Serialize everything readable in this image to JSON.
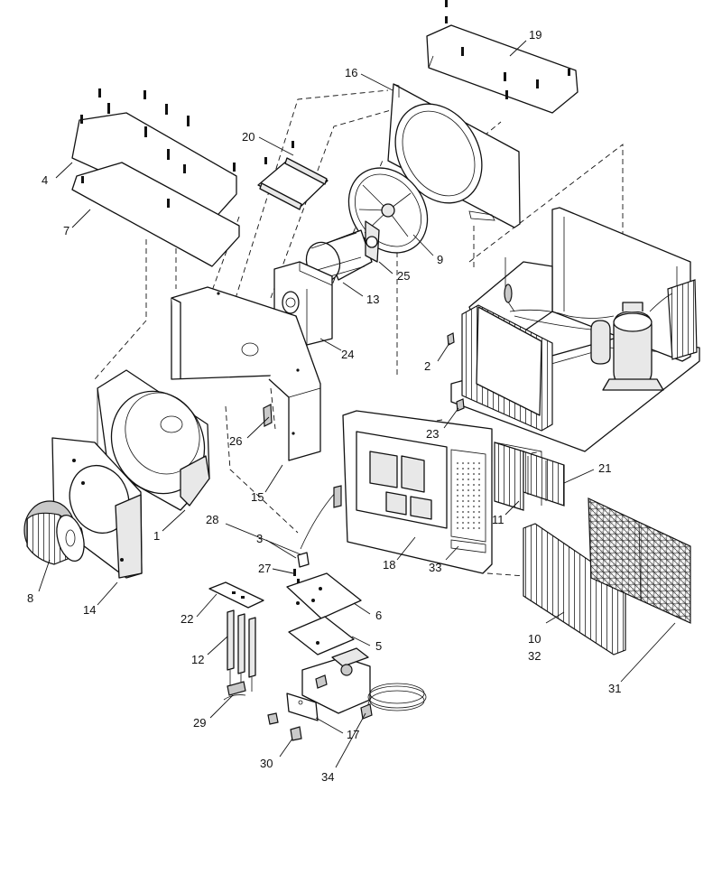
{
  "callouts": [
    {
      "n": "1",
      "label": "1"
    },
    {
      "n": "2",
      "label": "2"
    },
    {
      "n": "3",
      "label": "3"
    },
    {
      "n": "4",
      "label": "4"
    },
    {
      "n": "5",
      "label": "5"
    },
    {
      "n": "6",
      "label": "6"
    },
    {
      "n": "7",
      "label": "7"
    },
    {
      "n": "8",
      "label": "8"
    },
    {
      "n": "9",
      "label": "9"
    },
    {
      "n": "10",
      "label": "10"
    },
    {
      "n": "11",
      "label": "11"
    },
    {
      "n": "12",
      "label": "12"
    },
    {
      "n": "13",
      "label": "13"
    },
    {
      "n": "14",
      "label": "14"
    },
    {
      "n": "15",
      "label": "15"
    },
    {
      "n": "16",
      "label": "16"
    },
    {
      "n": "17",
      "label": "17"
    },
    {
      "n": "18",
      "label": "18"
    },
    {
      "n": "19",
      "label": "19"
    },
    {
      "n": "20",
      "label": "20"
    },
    {
      "n": "21",
      "label": "21"
    },
    {
      "n": "22",
      "label": "22"
    },
    {
      "n": "23",
      "label": "23"
    },
    {
      "n": "24",
      "label": "24"
    },
    {
      "n": "25",
      "label": "25"
    },
    {
      "n": "26",
      "label": "26"
    },
    {
      "n": "27",
      "label": "27"
    },
    {
      "n": "28",
      "label": "28"
    },
    {
      "n": "29",
      "label": "29"
    },
    {
      "n": "30",
      "label": "30"
    },
    {
      "n": "31",
      "label": "31"
    },
    {
      "n": "32",
      "label": "32"
    },
    {
      "n": "33",
      "label": "33"
    },
    {
      "n": "34",
      "label": "34"
    }
  ]
}
